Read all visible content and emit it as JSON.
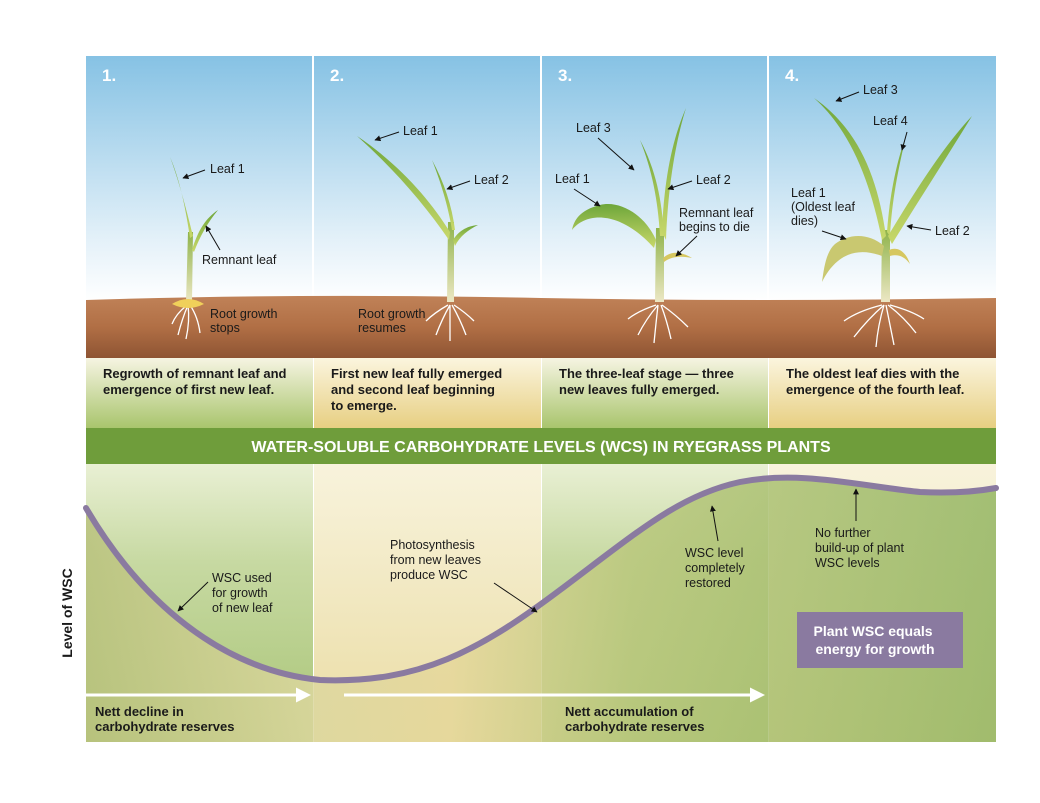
{
  "title": "WATER-SOLUBLE CARBOHYDRATE LEVELS (WCS) IN RYEGRASS PLANTS",
  "y_axis_label": "Level of WSC",
  "stages": [
    {
      "number": "1.",
      "caption": [
        "Regrowth of remnant leaf and",
        "emergence of first new leaf."
      ],
      "labels": {
        "leaf1": "Leaf 1",
        "remnant": "Remnant leaf",
        "root": [
          "Root growth",
          "stops"
        ]
      }
    },
    {
      "number": "2.",
      "caption": [
        "First new leaf fully emerged",
        "and second leaf beginning",
        "to emerge."
      ],
      "labels": {
        "leaf1": "Leaf 1",
        "leaf2": "Leaf 2",
        "root": [
          "Root growth",
          "resumes"
        ]
      }
    },
    {
      "number": "3.",
      "caption": [
        "The three-leaf stage — three",
        "new leaves fully emerged."
      ],
      "labels": {
        "leaf3": "Leaf 3",
        "leaf1": "Leaf 1",
        "leaf2": "Leaf 2",
        "remnant": [
          "Remnant leaf",
          "begins to die"
        ]
      }
    },
    {
      "number": "4.",
      "caption": [
        "The oldest leaf dies with the",
        "emergence of the fourth leaf."
      ],
      "labels": {
        "leaf3": "Leaf 3",
        "leaf4": "Leaf 4",
        "leaf1": [
          "Leaf 1",
          "(Oldest leaf",
          "dies)"
        ],
        "leaf2": "Leaf 2"
      }
    }
  ],
  "annotations": {
    "wsc_used": [
      "WSC used",
      "for growth",
      "of new leaf"
    ],
    "photosynthesis": [
      "Photosynthesis",
      "from new leaves",
      "produce WSC"
    ],
    "restored": [
      "WSC level",
      "completely",
      "restored"
    ],
    "no_further": [
      "No further",
      "build-up of plant",
      "WSC levels"
    ]
  },
  "info_box": [
    "Plant WSC equals",
    "energy for growth"
  ],
  "bottom": {
    "decline": [
      "Nett decline in",
      "carbohydrate reserves"
    ],
    "accumulation": [
      "Nett accumulation of",
      "carbohydrate reserves"
    ]
  },
  "colors": {
    "sky_top": "#8cc6e6",
    "sky_bottom": "#ffffff",
    "soil": "#b5754c",
    "green_band": "#6e9c3a",
    "curve": "#8a7aa0",
    "info_box": "#8a7aa0",
    "chart_green": "#9fbd6a",
    "chart_cream": "#f3ecc8"
  }
}
